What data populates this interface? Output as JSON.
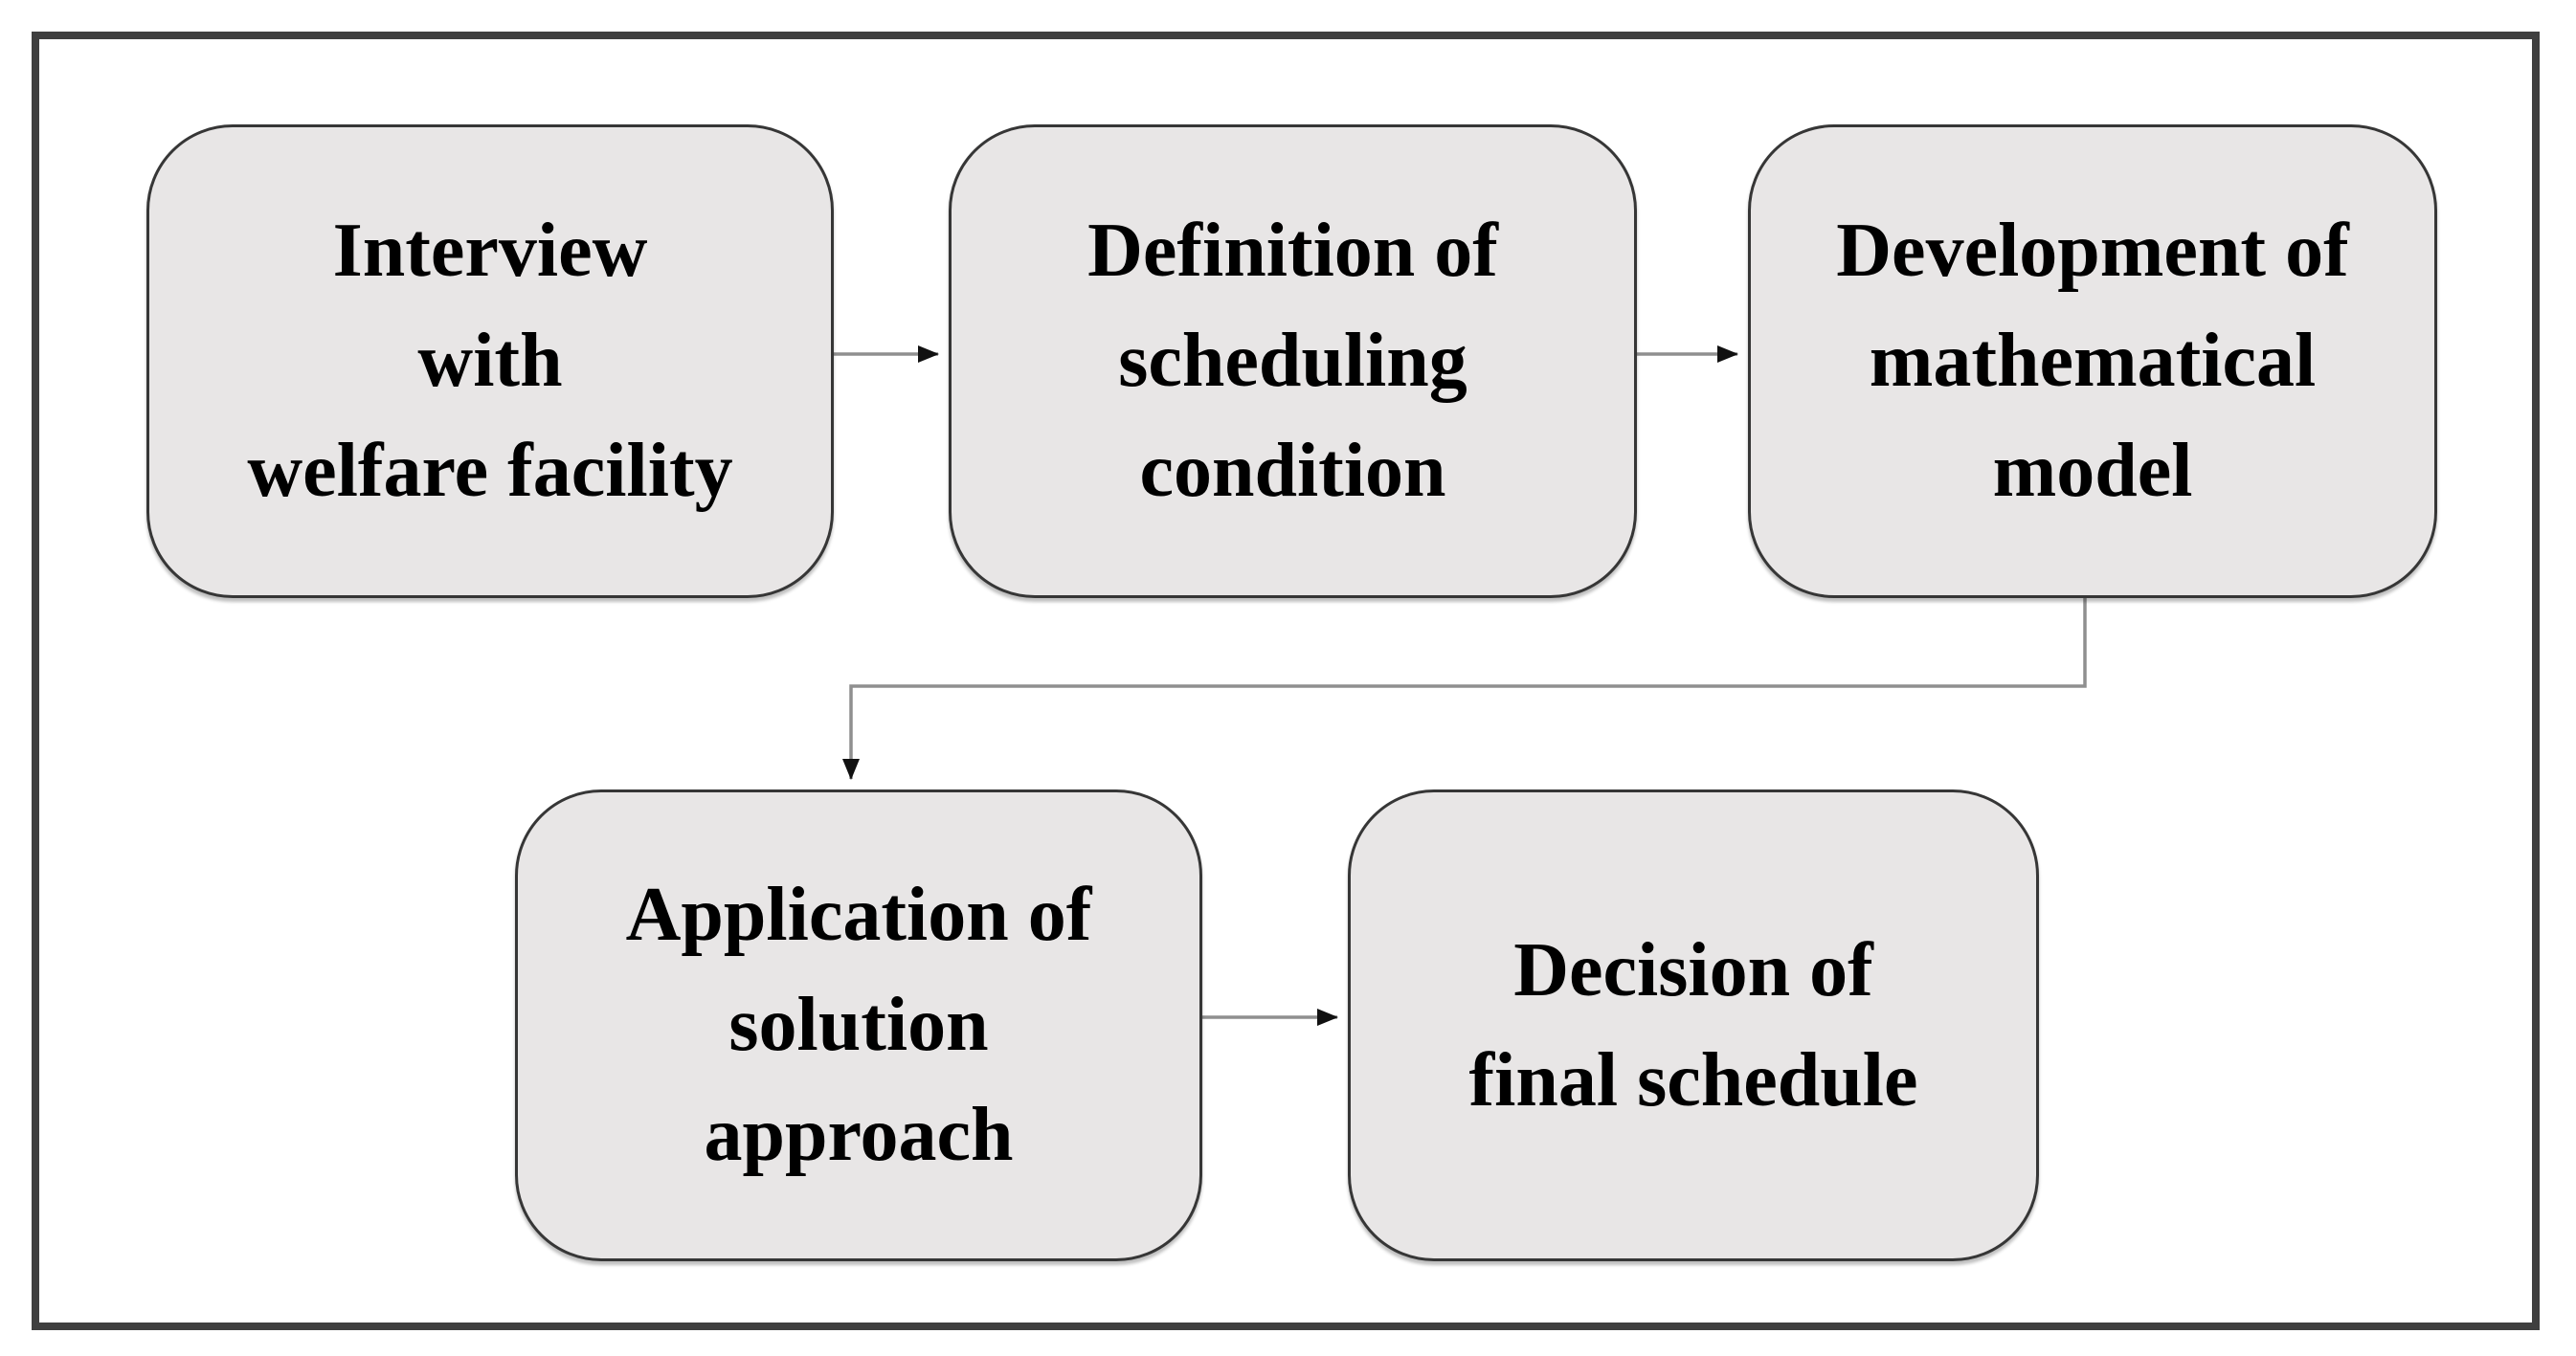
{
  "colors": {
    "background": "#ffffff",
    "frame_border": "#3f3f3f",
    "node_fill": "#e8e6e6",
    "node_border": "#363636",
    "connector_line": "#8f8f8f",
    "arrowhead": "#111111",
    "text": "#000000"
  },
  "diagram": {
    "type": "flowchart",
    "nodes": [
      {
        "id": "interview",
        "lines": [
          "Interview",
          "with",
          "welfare facility"
        ]
      },
      {
        "id": "definition",
        "lines": [
          "Definition of",
          "scheduling",
          "condition"
        ]
      },
      {
        "id": "development",
        "lines": [
          "Development of",
          "mathematical",
          "model"
        ]
      },
      {
        "id": "application",
        "lines": [
          "Application of",
          "solution",
          "approach"
        ]
      },
      {
        "id": "decision",
        "lines": [
          "Decision of",
          "final schedule"
        ]
      }
    ],
    "connectors": [
      {
        "from": "interview",
        "to": "definition",
        "style": "straight-right"
      },
      {
        "from": "definition",
        "to": "development",
        "style": "straight-right"
      },
      {
        "from": "development",
        "to": "application",
        "style": "elbow-down-left-down"
      },
      {
        "from": "application",
        "to": "decision",
        "style": "straight-right"
      }
    ]
  }
}
